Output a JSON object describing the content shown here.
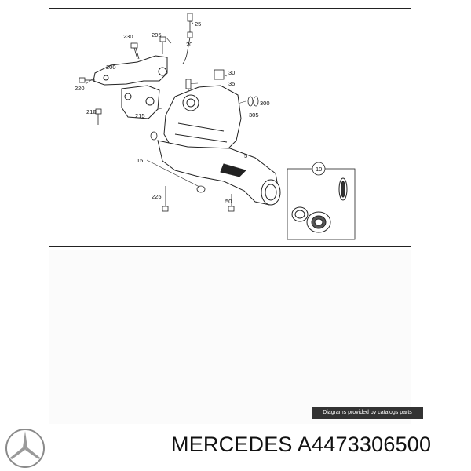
{
  "diagram": {
    "callouts": [
      {
        "id": "25",
        "label": "25"
      },
      {
        "id": "230",
        "label": "230"
      },
      {
        "id": "205",
        "label": "205"
      },
      {
        "id": "20",
        "label": "20"
      },
      {
        "id": "200",
        "label": "200"
      },
      {
        "id": "30",
        "label": "30"
      },
      {
        "id": "220",
        "label": "220"
      },
      {
        "id": "35",
        "label": "35"
      },
      {
        "id": "300",
        "label": "300"
      },
      {
        "id": "210",
        "label": "210"
      },
      {
        "id": "215",
        "label": "215"
      },
      {
        "id": "305",
        "label": "305"
      },
      {
        "id": "5",
        "label": "5"
      },
      {
        "id": "15",
        "label": "15"
      },
      {
        "id": "225",
        "label": "225"
      },
      {
        "id": "50",
        "label": "50"
      }
    ],
    "inset_label": "10"
  },
  "credit": "Diagrams provided by catalogs parts",
  "footer": {
    "brand": "MERCEDES",
    "part_number": "A4473306500",
    "logo_icon": "mercedes-star-icon"
  }
}
